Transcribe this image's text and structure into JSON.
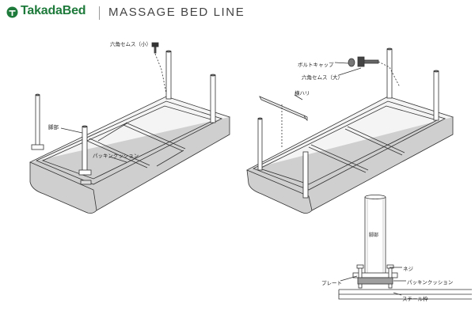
{
  "header": {
    "brand": "TakadaBed",
    "title": "MASSAGE BED LINE",
    "brand_color": "#1d7a3a"
  },
  "left_diagram": {
    "hex_bolt_small": "六角セムス（小）",
    "leg_part": "脚部",
    "packing_cushion": "パッキンクッション"
  },
  "right_diagram": {
    "bolt_cap": "ボルトキャップ",
    "hex_bolt_large": "六角セムス（大）",
    "cross_beam": "横ハリ"
  },
  "detail_diagram": {
    "leg_part": "脚部",
    "screw": "ネジ",
    "plate": "プレート",
    "packing_cushion": "パッキンクッション",
    "steel_frame": "スチール枠"
  }
}
